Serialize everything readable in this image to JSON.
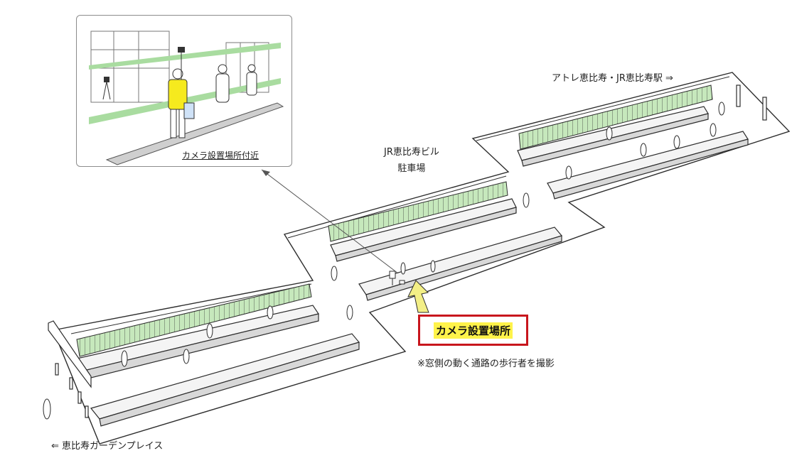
{
  "labels": {
    "inset_caption": "カメラ設置場所付近",
    "parking_line1": "JR恵比寿ビル",
    "parking_line2": "駐車場",
    "atre": "アトレ恵比寿・JR恵比寿駅 ⇒",
    "camera_location": "カメラ設置場所",
    "note": "※窓側の動く通路の歩行者を撮影",
    "garden_place": "⇐ 恵比寿ガーデンプレイス"
  },
  "colors": {
    "highlight_box_border": "#c8161d",
    "highlight_fill": "#fff34a",
    "arrow_fill": "#f3ef86",
    "glass_green": "#a9dca0",
    "inset_person_shirt": "#f6ea1e"
  }
}
